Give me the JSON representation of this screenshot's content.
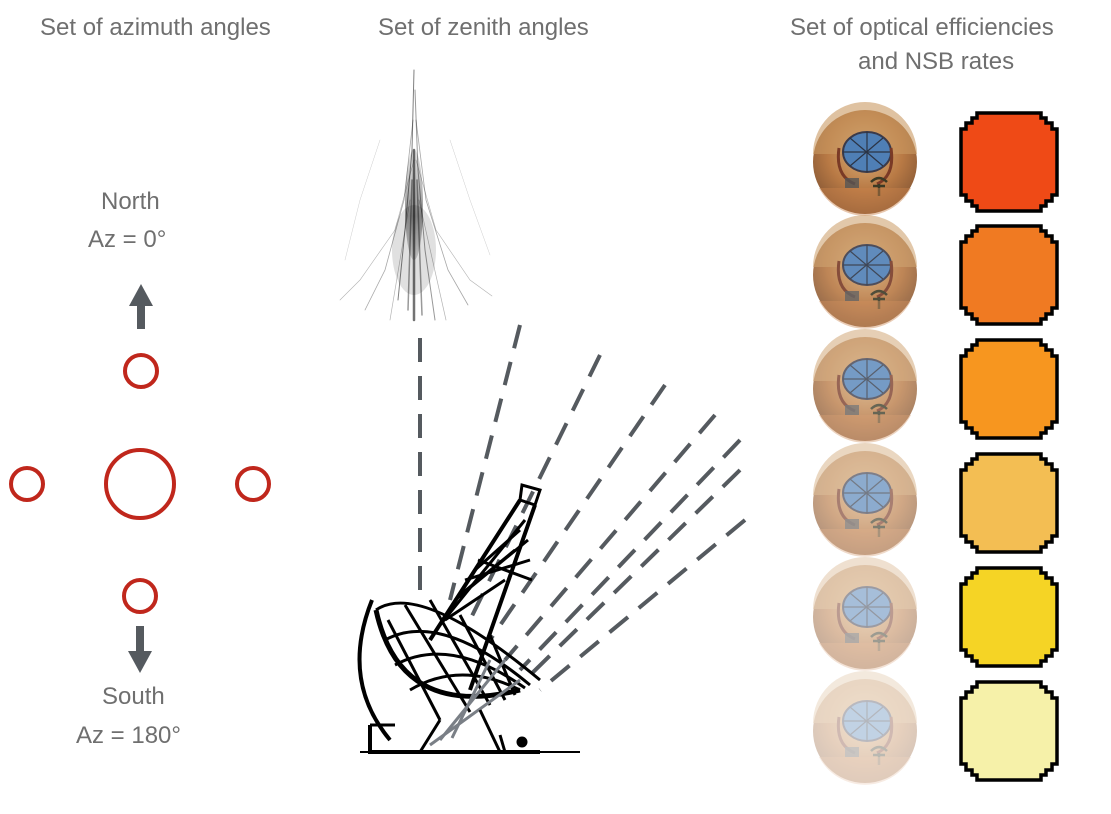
{
  "headings": {
    "azimuth": "Set of azimuth angles",
    "zenith": "Set of zenith angles",
    "optical_line1": "Set of optical efficiencies",
    "optical_line2": "and NSB rates"
  },
  "compass": {
    "north_name": "North",
    "north_az": "Az = 0°",
    "south_name": "South",
    "south_az": "Az = 180°"
  },
  "colors": {
    "circle_stroke": "#c0271c",
    "arrow": "#555a5f",
    "dash": "#555a5f",
    "nsb_levels": [
      "#ef4a16",
      "#f07a22",
      "#f7961f",
      "#f3be53",
      "#f5d425",
      "#f6f1a9"
    ]
  },
  "photos": {
    "count": 6,
    "opacities": [
      1.0,
      0.9,
      0.78,
      0.65,
      0.5,
      0.35
    ]
  }
}
